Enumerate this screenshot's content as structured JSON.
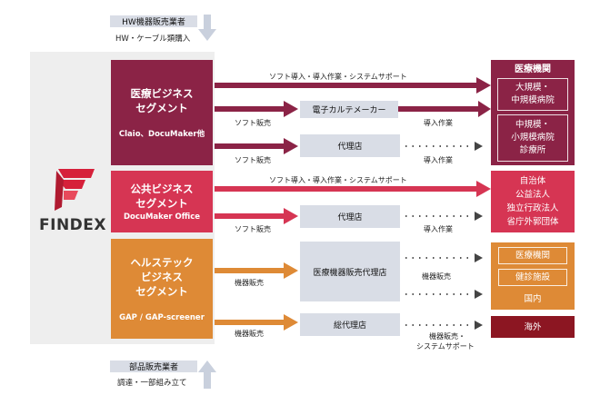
{
  "supplier_top": {
    "label": "HW機器販売業者",
    "sub": "HW・ケーブル類購入"
  },
  "supplier_bottom": {
    "label": "部品販売業者",
    "sub": "調達・一部組み立て"
  },
  "company": {
    "name": "FINDEX"
  },
  "segments": {
    "medical": {
      "title_line1": "医療ビジネス",
      "title_line2": "セグメント",
      "products": "Claio、DocuMaker他"
    },
    "public": {
      "title_line1": "公共ビジネス",
      "title_line2": "セグメント",
      "products": "DocuMaker Office"
    },
    "healthtech": {
      "title_line1": "ヘルステック",
      "title_line2": "ビジネス",
      "title_line3": "セグメント",
      "products": "GAP / GAP-screener"
    }
  },
  "intermediaries": {
    "ehr_maker": "電子カルテメーカー",
    "agent_medical": "代理店",
    "agent_public": "代理店",
    "device_dealer": "医療機器販売代理店",
    "general_agent": "総代理店"
  },
  "flow_labels": {
    "med_direct": "ソフト導入・導入作業・システムサポート",
    "med_soft_sales_1": "ソフト販売",
    "med_install_1": "導入作業",
    "med_soft_sales_2": "ソフト販売",
    "med_install_2": "導入作業",
    "pub_direct": "ソフト導入・導入作業・システムサポート",
    "pub_soft_sales": "ソフト販売",
    "pub_install": "導入作業",
    "ht_device_sales_1": "機器販売",
    "ht_device_sales_2": "機器販売",
    "ht_device_sales_3": "機器販売",
    "ht_overseas_line1": "機器販売・",
    "ht_overseas_line2": "システムサポート"
  },
  "destinations": {
    "medical": {
      "header": "医療機関",
      "large": [
        "大規模・",
        "中規模病院"
      ],
      "small": [
        "中規模・",
        "小規模病院",
        "診療所"
      ]
    },
    "public": [
      "自治体",
      "公益法人",
      "独立行政法人",
      "省庁外郭団体"
    ],
    "healthtech": {
      "medical": "医療機関",
      "checkup": "健診施設",
      "domestic": "国内"
    },
    "overseas": "海外"
  },
  "colors": {
    "medical": "#8b2346",
    "public": "#d63553",
    "healthtech": "#de8a36",
    "overseas": "#8c1622",
    "intermediary": "#d9dde6",
    "company_panel": "#eeeeee",
    "supply_arrow": "#c9d0dd"
  }
}
